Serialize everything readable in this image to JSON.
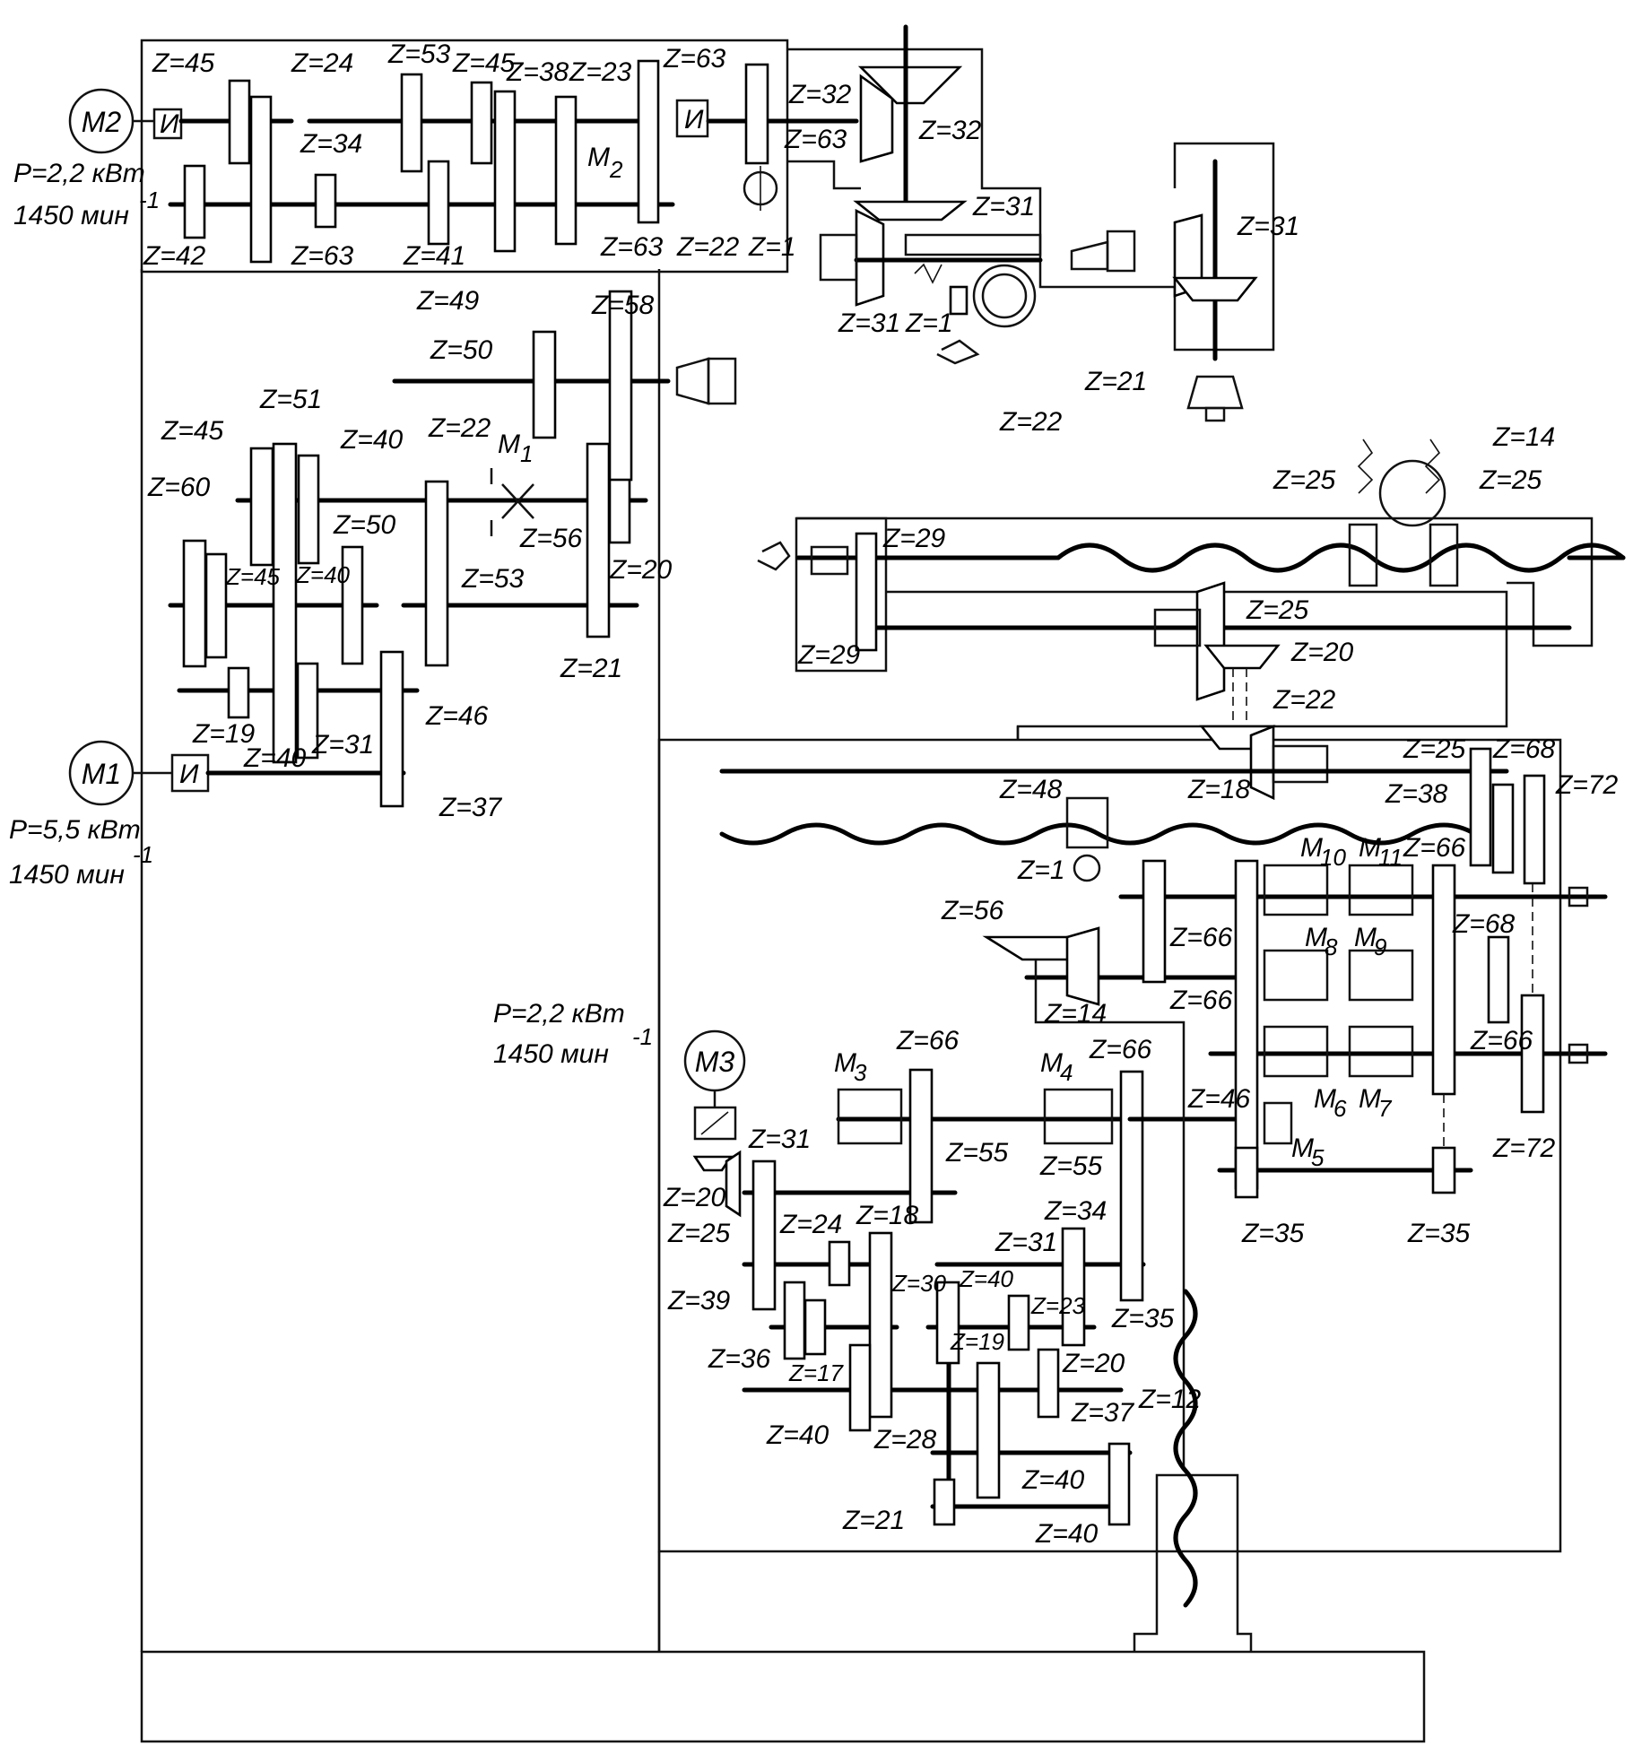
{
  "motors": {
    "m1": {
      "name": "M1",
      "power": "P=5,5 кВт",
      "speed": "1450 мин",
      "speed_exp": "-1"
    },
    "m2": {
      "name": "M2",
      "power": "P=2,2 кВт",
      "speed": "1450 мин",
      "speed_exp": "-1"
    },
    "m3": {
      "name": "M3",
      "power": "P=2,2 кВт",
      "speed": "1450 мин",
      "speed_exp": "-1"
    }
  },
  "clutch_symbol": "И",
  "spindle_head_gears": {
    "z45": "Z=45",
    "z24": "Z=24",
    "z53": "Z=53",
    "z45b": "Z=45",
    "z38": "Z=38",
    "z23": "Z=23",
    "z63": "Z=63",
    "z34": "Z=34",
    "z42": "Z=42",
    "z63b": "Z=63",
    "z41": "Z=41",
    "z49": "Z=49",
    "z63c": "Z=63",
    "z22": "Z=22",
    "z1": "Z=1",
    "z63d": "Z=63",
    "m2": "M",
    "m2_sub": "2",
    "z32a": "Z=32",
    "z32b": "Z=32",
    "z31a": "Z=31",
    "z31b": "Z=31",
    "z31c": "Z=31",
    "z1b": "Z=1",
    "z21": "Z=21",
    "z22b": "Z=22"
  },
  "main_gearbox": {
    "z58": "Z=58",
    "z50": "Z=50",
    "z51": "Z=51",
    "z45": "Z=45",
    "z40": "Z=40",
    "z22": "Z=22",
    "m1": "M",
    "m1_sub": "1",
    "z60": "Z=60",
    "z50b": "Z=50",
    "z56": "Z=56",
    "z45b": "Z=45",
    "z40b": "Z=40",
    "z53": "Z=53",
    "z20": "Z=20",
    "z21": "Z=21",
    "z46": "Z=46",
    "z19": "Z=19",
    "z40c": "Z=40",
    "z31": "Z=31",
    "z37": "Z=37"
  },
  "table_drive": {
    "z14": "Z=14",
    "z25a": "Z=25",
    "z25b": "Z=25",
    "z29a": "Z=29",
    "z29b": "Z=29",
    "z25c": "Z=25",
    "z20": "Z=20",
    "z22": "Z=22",
    "z25d": "Z=25",
    "z68": "Z=68",
    "z18": "Z=18",
    "z38": "Z=38",
    "z72": "Z=72",
    "z48": "Z=48",
    "z1": "Z=1",
    "z66": "Z=66"
  },
  "feed_box": {
    "z56": "Z=56",
    "z14": "Z=14",
    "z66a": "Z=66",
    "z66b": "Z=66",
    "z66c": "Z=66",
    "z66d": "Z=66",
    "z68": "Z=68",
    "z66e": "Z=66",
    "z72": "Z=72",
    "z46": "Z=46",
    "z35a": "Z=35",
    "z35b": "Z=35",
    "z55a": "Z=55",
    "z55b": "Z=55",
    "z34": "Z=34",
    "z31": "Z=31",
    "z31b": "Z=31",
    "z20": "Z=20",
    "z25": "Z=25",
    "z24": "Z=24",
    "z18": "Z=18",
    "z39": "Z=39",
    "z30": "Z=30",
    "z40": "Z=40",
    "z23": "Z=23",
    "z35": "Z=35",
    "z36": "Z=36",
    "z17": "Z=17",
    "z19": "Z=19",
    "z20b": "Z=20",
    "z37": "Z=37",
    "z12": "Z=12",
    "z40b": "Z=40",
    "z28": "Z=28",
    "z40c": "Z=40",
    "z21": "Z=21",
    "z40d": "Z=40",
    "m3": "M",
    "m3_sub": "3",
    "m4": "M",
    "m4_sub": "4",
    "m5": "M",
    "m5_sub": "5",
    "m6": "M",
    "m6_sub": "6",
    "m7": "M",
    "m7_sub": "7",
    "m8": "M",
    "m8_sub": "8",
    "m9": "M",
    "m9_sub": "9",
    "m10": "M",
    "m10_sub": "10",
    "m11": "M",
    "m11_sub": "11"
  }
}
